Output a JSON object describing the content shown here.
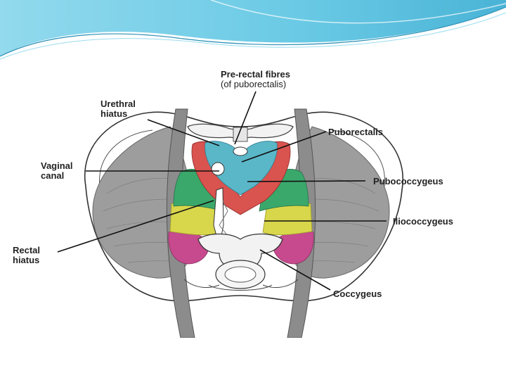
{
  "diagram": {
    "labels": {
      "pre_rectal": [
        "Pre-rectal fibres",
        "(of puborectalis)"
      ],
      "urethral": [
        "Urethral",
        "hiatus"
      ],
      "vaginal": [
        "Vaginal",
        "canal"
      ],
      "rectal": [
        "Rectal",
        "hiatus"
      ],
      "puborectalis": "Puborectalis",
      "pubococcygeus": "Pubococcygeus",
      "iliococcygeus": "Iliococcygeus",
      "coccygeus": "Coccygeus"
    },
    "colors": {
      "header_teal": "#3fb6d8",
      "puborectalis": "#d9534f",
      "pubococcygeus": "#3aa86b",
      "iliococcygeus": "#d8d64a",
      "coccygeus": "#c64a8d",
      "hiatus_teal": "#5ab7c8",
      "muscle_grey": "#9a9a9a"
    }
  }
}
